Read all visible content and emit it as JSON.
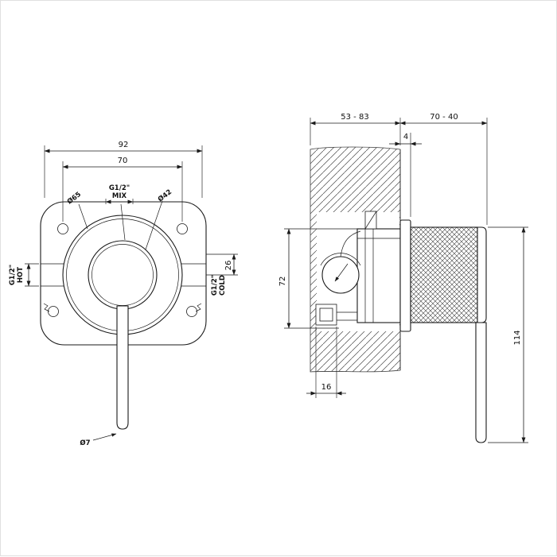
{
  "front": {
    "dim_overall_width": "92",
    "dim_hole_spacing": "70",
    "label_mix_thread": "G1/2\"",
    "label_mix": "MIX",
    "label_dia_escutcheon": "Ø65",
    "label_dia_handle_base": "Ø42",
    "dim_offset_26": "26",
    "label_hot_thread": "G1/2\"",
    "label_hot": "HOT",
    "label_cold_thread": "G1/2\"",
    "label_cold": "COLD",
    "label_lever_dia": "Ø7"
  },
  "side": {
    "dim_wall_depth_range": "53 - 83",
    "dim_projection_range": "70 - 40",
    "dim_plate_thickness": "4",
    "dim_body_height": "72",
    "dim_lever_height": "114",
    "dim_bottom_box_width": "16"
  }
}
